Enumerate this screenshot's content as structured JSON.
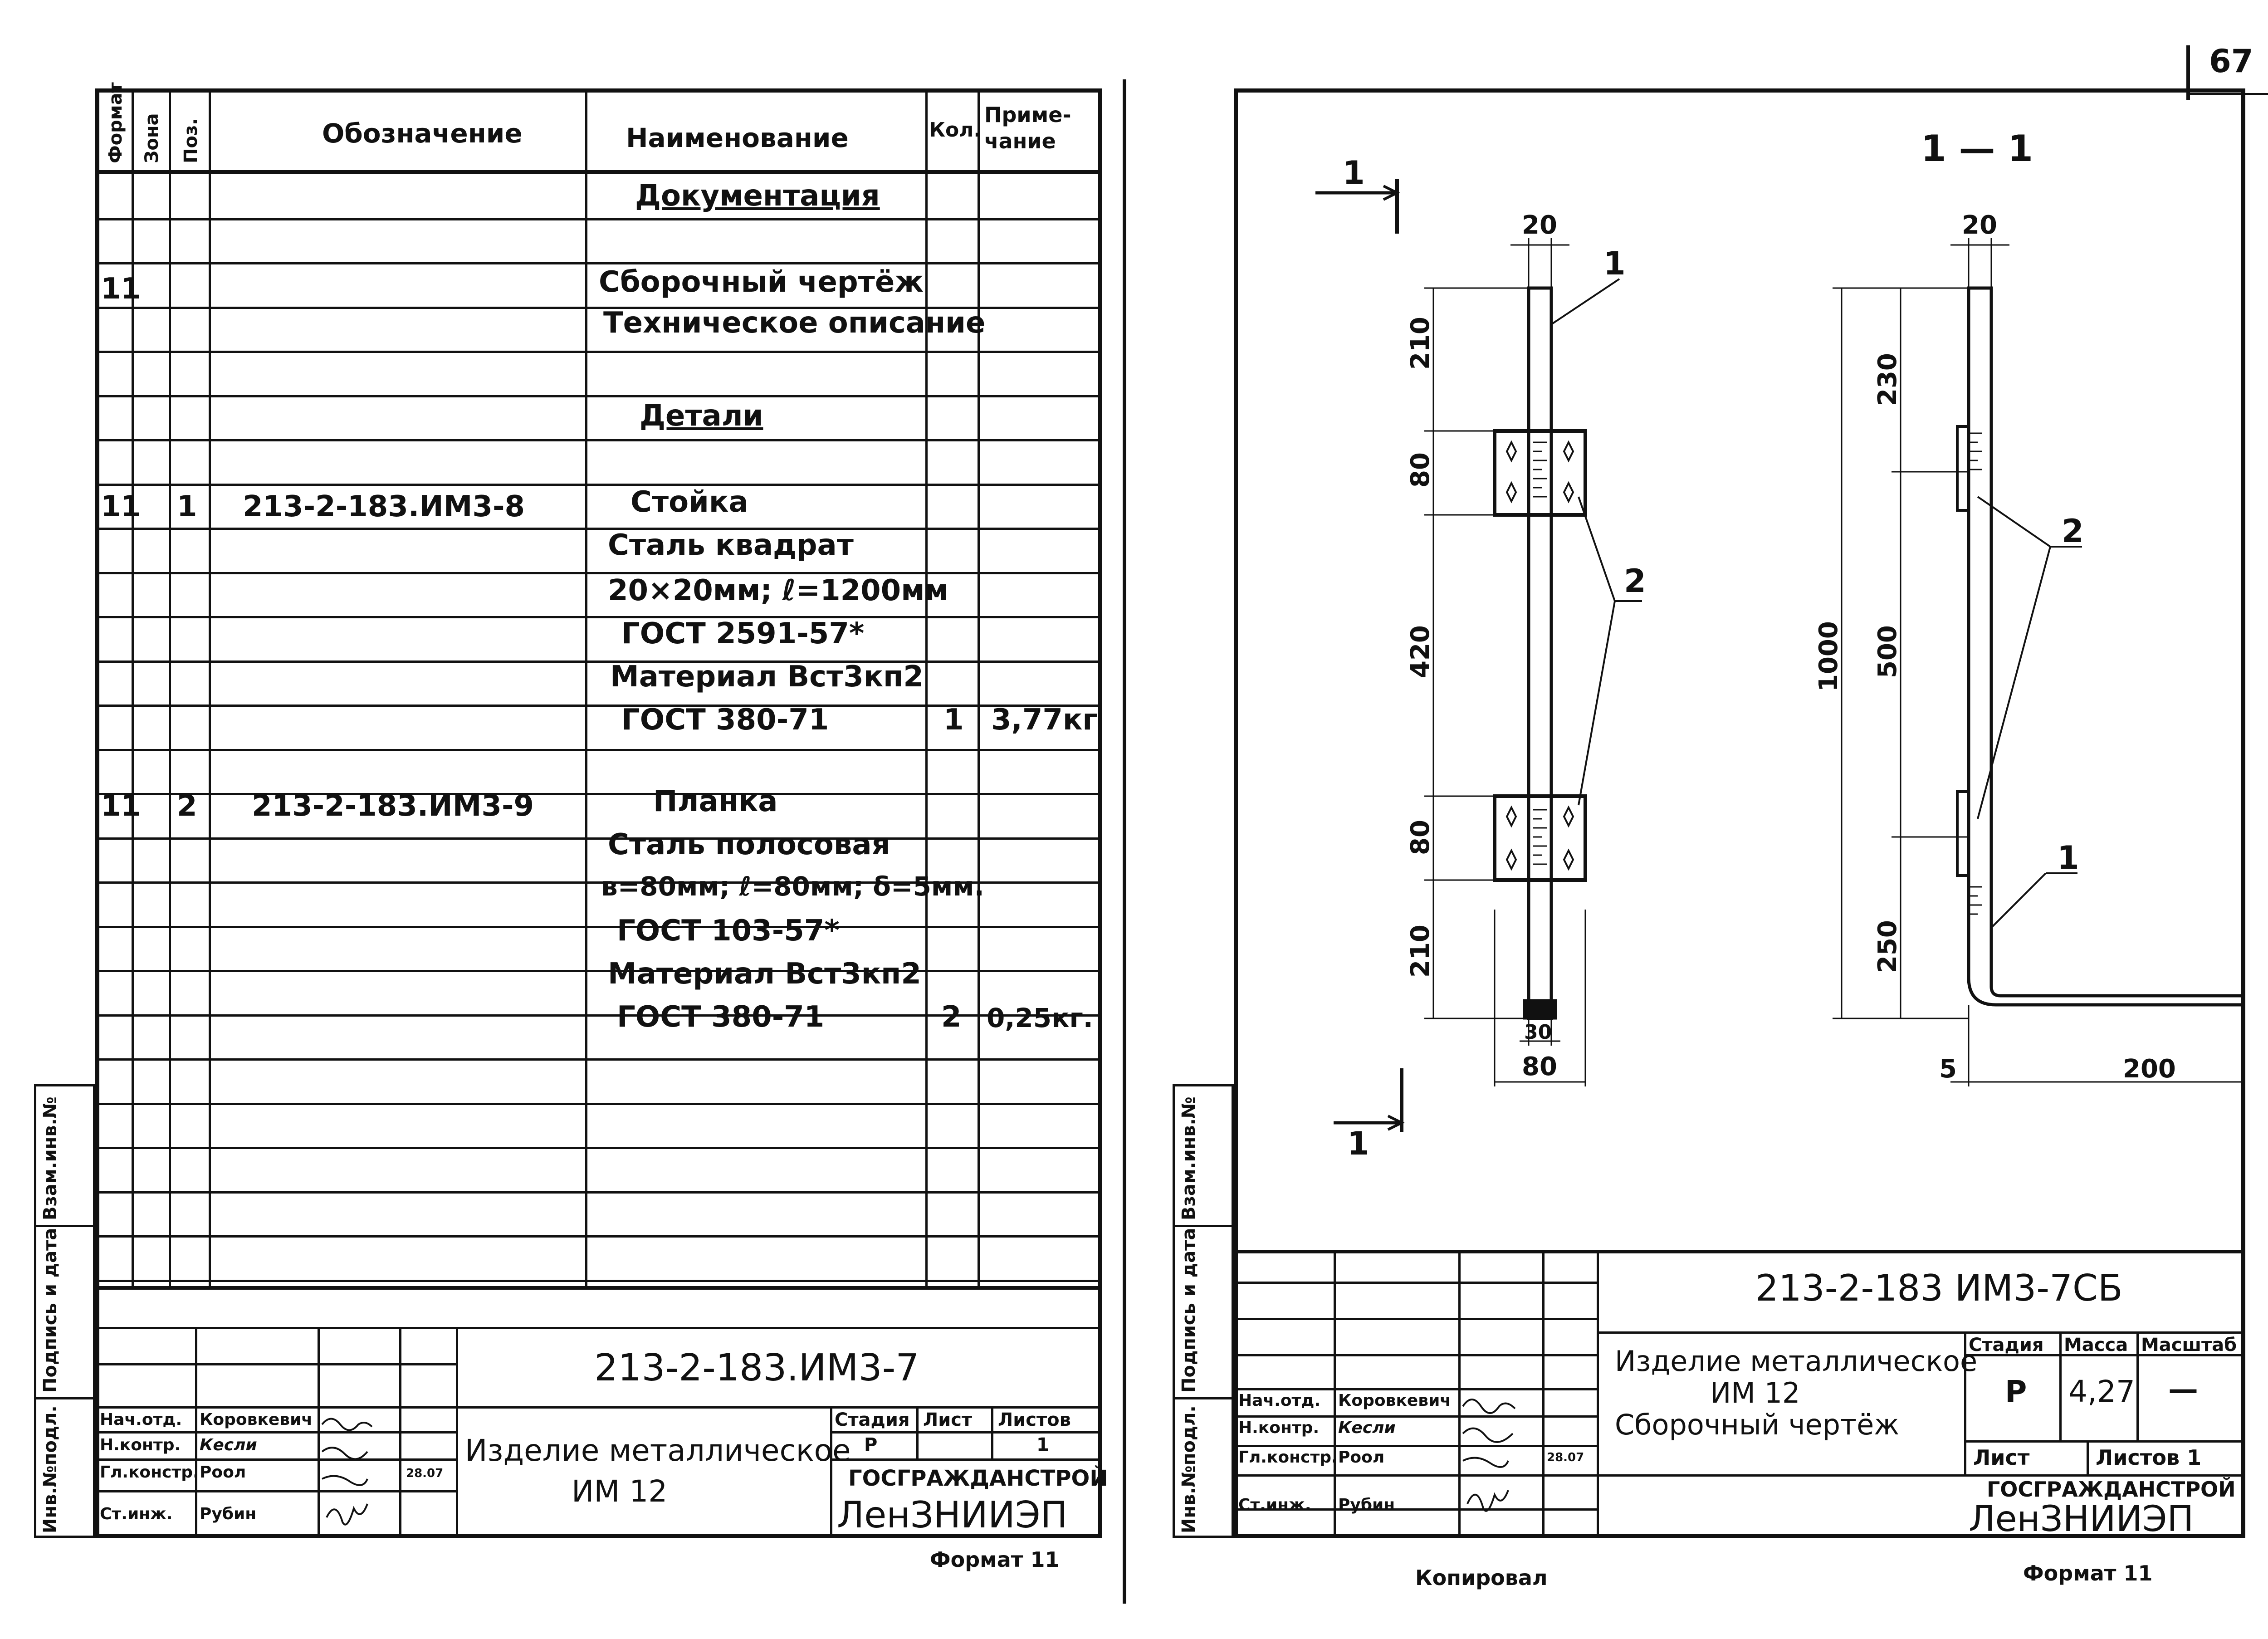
{
  "page_number": "67",
  "spec_table": {
    "headers": {
      "format": "Формат",
      "zone": "Зона",
      "pos": "Поз.",
      "designation": "Обозначение",
      "name": "Наименование",
      "qty": "Кол.",
      "note": "Приме-чание"
    },
    "rows": [
      {
        "name": "Документация",
        "section": true
      },
      {
        "format": "11",
        "name": "Сборочный чертёж"
      },
      {
        "name": "Техническое описание"
      },
      {
        "name": "Детали",
        "section": true
      },
      {
        "format": "11",
        "pos": "1",
        "designation": "213-2-183.ИМ3-8",
        "name": "Стойка"
      },
      {
        "name": "Сталь квадрат"
      },
      {
        "name": "20×20мм; ℓ=1200мм"
      },
      {
        "name": "ГОСТ 2591-57*"
      },
      {
        "name": "Материал Вст3кп2"
      },
      {
        "name": "ГОСТ 380-71",
        "qty": "1",
        "note": "3,77кг"
      },
      {
        "format": "11",
        "pos": "2",
        "designation": "213-2-183.ИМ3-9",
        "name": "Планка"
      },
      {
        "name": "Сталь полосовая"
      },
      {
        "name": "в=80мм; ℓ=80мм; δ=5мм."
      },
      {
        "name": "ГОСТ 103-57*"
      },
      {
        "name": "Материал Вст3кп2"
      },
      {
        "name": "ГОСТ 380-71",
        "qty": "2",
        "note": "0,25кг."
      }
    ]
  },
  "left_side_labels": [
    "Инв.№подл.",
    "Подпись и дата",
    "Взам.инв.№"
  ],
  "left_title_block": {
    "code": "213-2-183.ИМ3-7",
    "title_line1": "Изделие металлическое",
    "title_line2": "ИМ 12",
    "stage_header": "Стадия",
    "sheet_header": "Лист",
    "sheets_header": "Листов",
    "stage": "Р",
    "sheets": "1",
    "org1": "ГОСГРАЖДАНСТРОЙ",
    "org2": "ЛенЗНИИЭП",
    "staff": [
      {
        "role": "Нач.отд.",
        "name": "Коровкевич",
        "date": ""
      },
      {
        "role": "Н.контр.",
        "name": "Кесли",
        "date": ""
      },
      {
        "role": "Гл.констр.",
        "name": "Роол",
        "date": "28.07"
      },
      {
        "role": "Ст.инж.",
        "name": "Рубин",
        "date": ""
      }
    ]
  },
  "left_format": "Формат 11",
  "drawing": {
    "section_mark": "1",
    "section_title": "1 — 1",
    "dims_front": [
      "20",
      "210",
      "80",
      "420",
      "80",
      "210",
      "30",
      "80"
    ],
    "dims_side": [
      "20",
      "230",
      "1000",
      "500",
      "250",
      "5",
      "200"
    ],
    "callouts": [
      "1",
      "2",
      "2",
      "1"
    ]
  },
  "right_side_labels": [
    "Инв.№подл.",
    "Подпись и дата",
    "Взам.инв.№"
  ],
  "right_title_block": {
    "code": "213-2-183 ИМ3-7СБ",
    "title_line1": "Изделие металлическое",
    "title_line2": "ИМ 12",
    "title_line3": "Сборочный чертёж",
    "stage_header": "Стадия",
    "mass_header": "Масса",
    "scale_header": "Масштаб",
    "stage": "Р",
    "mass": "4,27",
    "scale": "—",
    "sheet_label": "Лист",
    "sheets_label": "Листов 1",
    "org1": "ГОСГРАЖДАНСТРОЙ",
    "org2": "ЛенЗНИИЭП",
    "staff": [
      {
        "role": "Нач.отд.",
        "name": "Коровкевич",
        "date": ""
      },
      {
        "role": "Н.контр.",
        "name": "Кесли",
        "date": ""
      },
      {
        "role": "Гл.констр.",
        "name": "Роол",
        "date": "28.07"
      },
      {
        "role": "Ст.инж.",
        "name": "Рубин",
        "date": ""
      }
    ]
  },
  "copied_by": "Копировал",
  "right_format": "Формат 11"
}
